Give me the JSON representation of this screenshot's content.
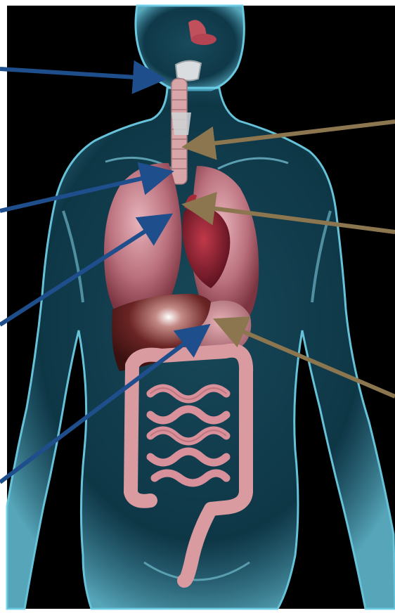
{
  "diagram": {
    "background": "#000000",
    "body_color": "#3aa6c9",
    "body_highlight": "#6fd3ec",
    "organ_pink": "#c98a94",
    "organ_dark": "#7a2430",
    "liver_color": "#5a1c1c",
    "intestine_color": "#d99aa0",
    "colors": {
      "blue_arrow": "#1f4e8c",
      "tan_arrow": "#8b7650"
    },
    "pointers": [
      {
        "id": "pointer-larynx",
        "color": "blue",
        "side": "left"
      },
      {
        "id": "pointer-trachea",
        "color": "blue",
        "side": "left"
      },
      {
        "id": "pointer-lung",
        "color": "blue",
        "side": "left"
      },
      {
        "id": "pointer-liver",
        "color": "blue",
        "side": "left"
      },
      {
        "id": "pointer-esophagus",
        "color": "tan",
        "side": "right"
      },
      {
        "id": "pointer-heart",
        "color": "tan",
        "side": "right"
      },
      {
        "id": "pointer-stomach",
        "color": "tan",
        "side": "right"
      }
    ]
  }
}
